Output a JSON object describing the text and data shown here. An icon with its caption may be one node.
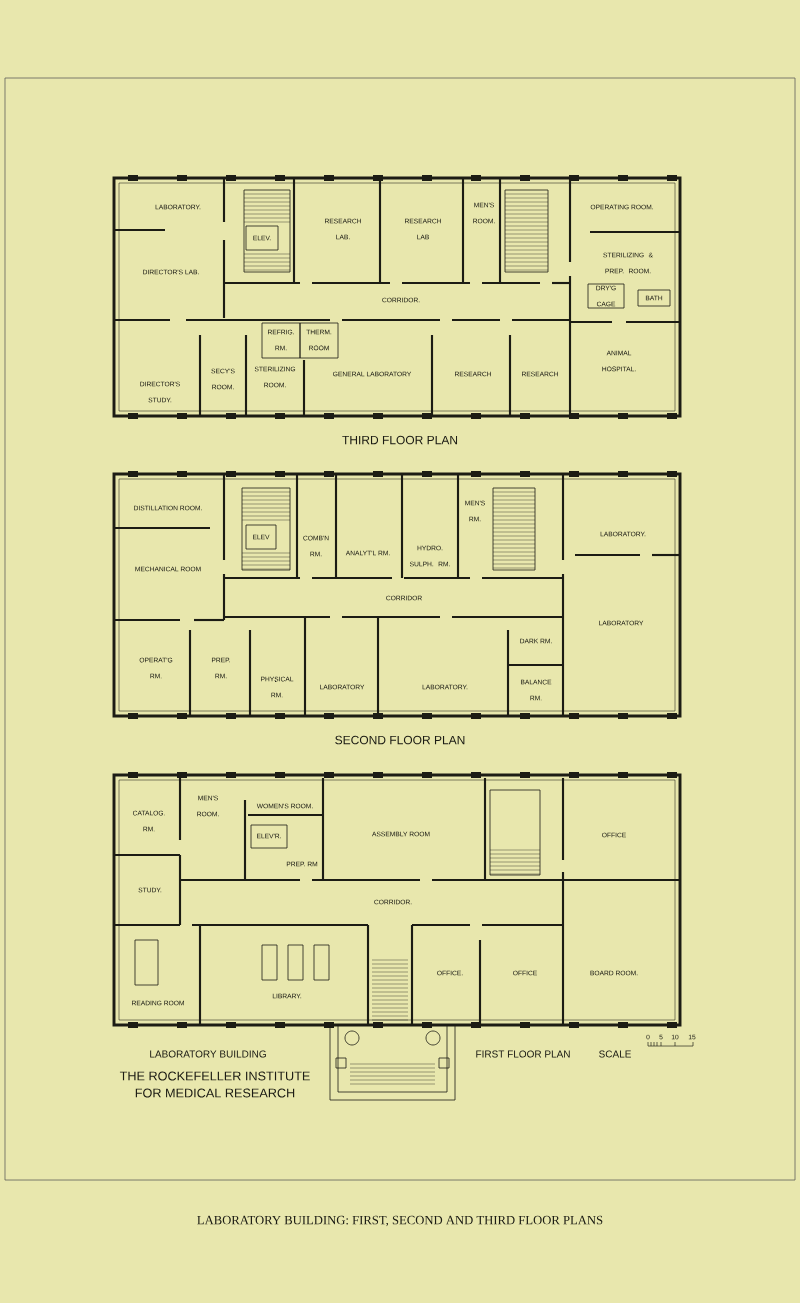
{
  "diagram": {
    "caption": "LABORATORY BUILDING: FIRST, SECOND AND THIRD FLOOR PLANS",
    "labels": [
      "LABORATORY.",
      "ELEV.",
      "RESEARCH LAB.",
      "RESEARCH LAB",
      "MEN'S ROOM.",
      "OPERATING ROOM.",
      "DIRECTOR'S LAB.",
      "STERILIZING & PREP. ROOM.",
      "CORRIDOR.",
      "DRY'G CAGE",
      "BATH",
      "REFRIG. RM.",
      "THERM. ROOM",
      "ANIMAL HOSPITAL.",
      "SECY'S ROOM.",
      "STERILIZING ROOM.",
      "GENERAL LABORATORY",
      "RESEARCH",
      "RESEARCH",
      "DIRECTOR'S STUDY.",
      "THIRD FLOOR PLAN",
      "DISTILLATION ROOM.",
      "MEN'S RM.",
      "LABORATORY.",
      "ELEV",
      "COMB'N RM.",
      "ANALYT'L RM.",
      "HYDRO. SULPH. RM.",
      "MECHANICAL ROOM",
      "CORRIDOR",
      "LABORATORY",
      "DARK RM.",
      "OPERAT'G RM.",
      "PREP. RM.",
      "PHYSICAL RM.",
      "LABORATORY",
      "LABORATORY.",
      "BALANCE RM.",
      "SECOND FLOOR PLAN",
      "MEN'S ROOM.",
      "WOMEN'S ROOM.",
      "CATALOG. RM.",
      "ELEV'R.",
      "ASSEMBLY ROOM",
      "OFFICE",
      "PREP. RM",
      "STUDY.",
      "CORRIDOR.",
      "OFFICE.",
      "OFFICE",
      "BOARD ROOM.",
      "LIBRARY.",
      "READING ROOM",
      "LABORATORY BUILDING",
      "FIRST FLOOR PLAN",
      "SCALE",
      "THE ROCKEFELLER INSTITUTE",
      "FOR MEDICAL RESEARCH",
      "0",
      "5",
      "10",
      "15"
    ]
  }
}
